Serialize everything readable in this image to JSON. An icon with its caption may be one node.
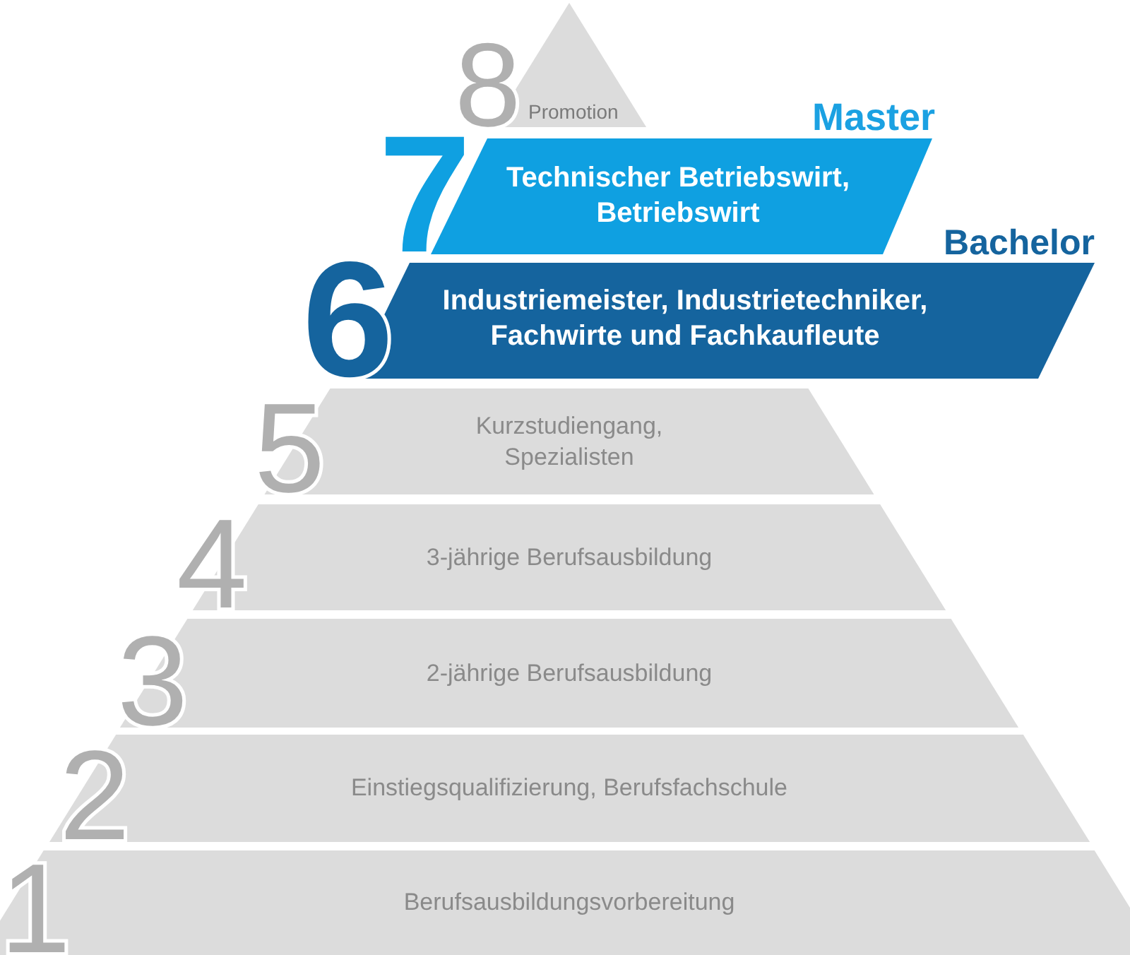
{
  "diagram": {
    "nodes": [
      {
        "text": [
          "8",
          "Promotion"
        ]
      },
      {
        "text": [
          "7",
          "Technischer Betriebswirt, Betriebswirt"
        ],
        "beside": [
          "Master"
        ]
      },
      {
        "text": [
          "6",
          "Industriemeister, Industrietechniker, Fachwirte und Fachkaufleute"
        ],
        "beside": [
          "Bachelor"
        ]
      },
      {
        "text": [
          "5",
          "Kurzstudiengang, Spezialisten"
        ]
      },
      {
        "text": [
          "4",
          "3-jährige Berufsausbildung"
        ]
      },
      {
        "text": [
          "3",
          "2-jährige Berufsausbildung"
        ]
      },
      {
        "text": [
          "2",
          "Einstiegsqualifizierung, Berufsfachschule"
        ]
      },
      {
        "text": [
          "1",
          "Berufsausbildungsvorbereitung"
        ]
      }
    ]
  }
}
